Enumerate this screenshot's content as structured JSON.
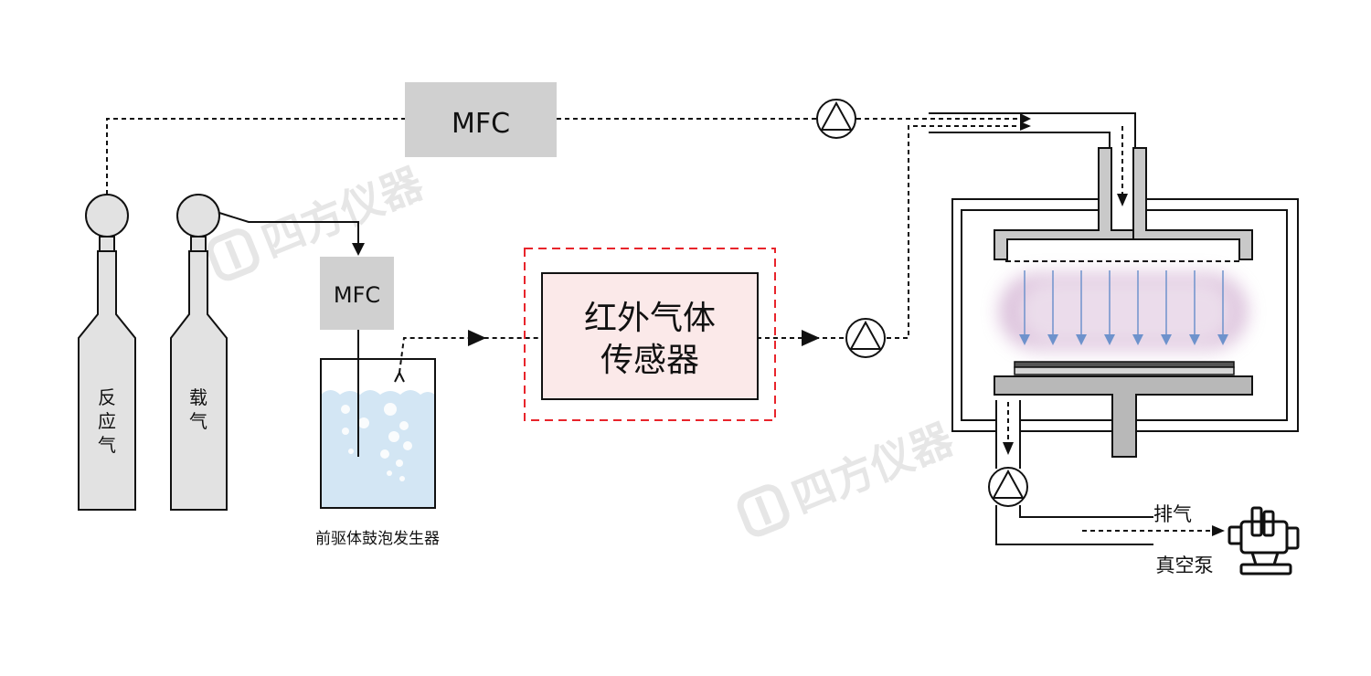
{
  "mfc_top": {
    "label": "MFC"
  },
  "mfc_carrier": {
    "label": "MFC"
  },
  "cylinder_reactant": {
    "label": "反应气"
  },
  "cylinder_carrier": {
    "label": "载气"
  },
  "bubbler": {
    "label": "前驱体鼓泡发生器"
  },
  "sensor": {
    "line1": "红外气体",
    "line2": "传感器",
    "highlight_color": "#e8242b",
    "fill_color": "#fbe9e9"
  },
  "exhaust": {
    "label": "排气"
  },
  "vacuum_pump": {
    "label": "真空泵"
  },
  "watermark": {
    "text": "四方仪器"
  },
  "colors": {
    "component_gray": "#d0d0d0",
    "line": "#111111",
    "liquid": "#d3e6f4",
    "plasma": "#b782b7",
    "flow_arrow": "#6e92cc"
  },
  "icons": [
    "pump-symbol-icon",
    "vacuum-pump-icon",
    "watermark-logo-icon"
  ]
}
